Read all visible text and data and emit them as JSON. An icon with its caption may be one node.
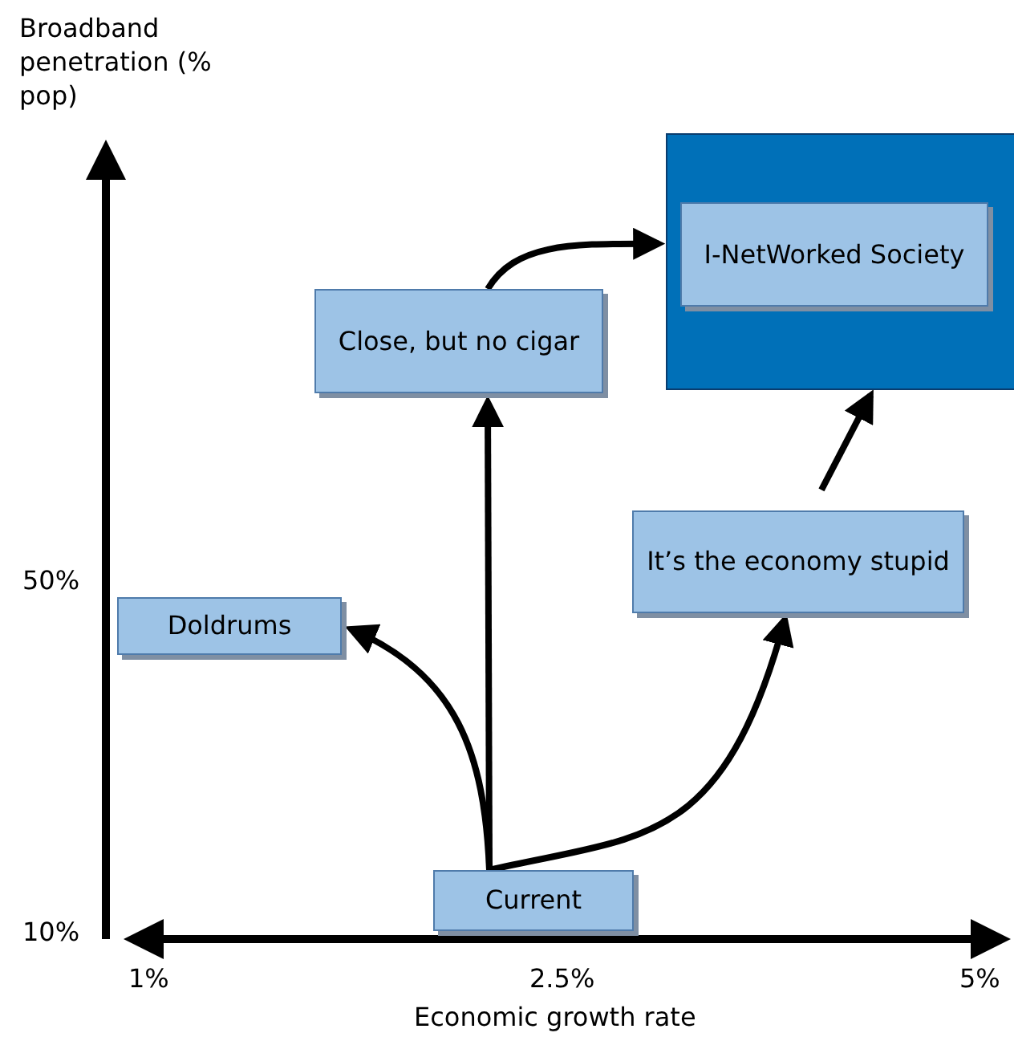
{
  "diagram": {
    "nodes": [
      {
        "text": [
          "Close, but no cigar"
        ]
      },
      {
        "text": [],
        "shape": "box"
      },
      {
        "text": [
          "I-NetWorked Society"
        ],
        "in": 1
      },
      {
        "text": [
          "Doldrums"
        ]
      },
      {
        "text": [
          "It’s the economy stupid"
        ]
      },
      {
        "text": [
          "Current"
        ]
      }
    ],
    "edges": [
      {
        "from": 5,
        "to": 3,
        "arrow": "to"
      },
      {
        "from": 5,
        "to": 0,
        "arrow": "to"
      },
      {
        "from": 5,
        "to": 4,
        "arrow": "to"
      },
      {
        "from": 0,
        "to": 1,
        "arrow": "to"
      },
      {
        "from": 4,
        "to": 1,
        "arrow": "to"
      }
    ],
    "labels": [
      "Broadband penetration (% pop)",
      "50%",
      "10%",
      "1%",
      "2.5%",
      "5%",
      "Economic growth rate"
    ]
  }
}
